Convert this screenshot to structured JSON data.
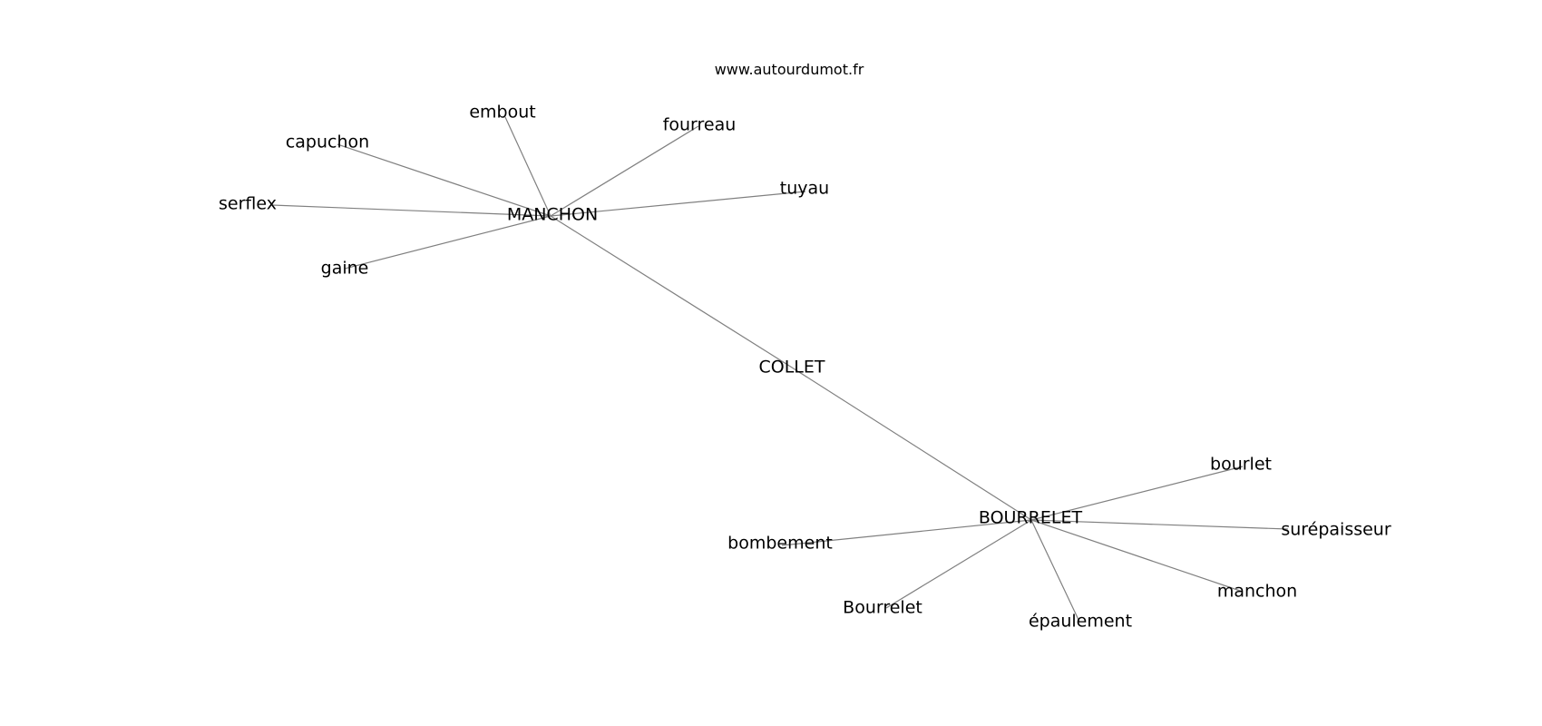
{
  "watermark": "www.autourdumot.fr",
  "colors": {
    "edge": "#808080",
    "text": "#000000",
    "background": "#ffffff"
  },
  "nodes": {
    "collet": "COLLET",
    "manchon_hub": "MANCHON",
    "bourrelet_hub": "BOURRELET",
    "embout": "embout",
    "fourreau": "fourreau",
    "capuchon": "capuchon",
    "tuyau": "tuyau",
    "serflex": "serflex",
    "gaine": "gaine",
    "bourlet": "bourlet",
    "bombement": "bombement",
    "surepaisseur": "surépaisseur",
    "manchon": "manchon",
    "bourrelet_leaf": "Bourrelet",
    "epaulement": "épaulement"
  }
}
